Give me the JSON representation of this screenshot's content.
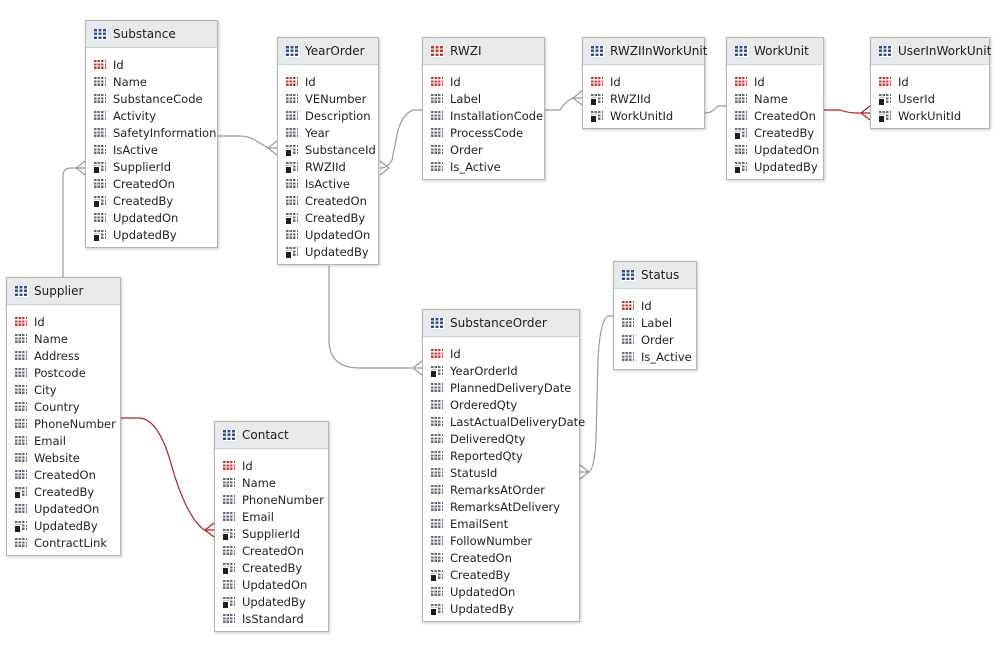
{
  "icons": {
    "table": "table-grid-icon",
    "primary_key": "primary-key-icon",
    "column": "column-icon",
    "foreign_key": "foreign-key-icon"
  },
  "colors": {
    "link": "#9a9a9a",
    "link_highlight": "#b02020",
    "table_icon": "#2b4d9a",
    "key_icon": "#c0392b"
  },
  "tables": [
    {
      "id": "substance",
      "name": "Substance",
      "columns": [
        {
          "name": "Id",
          "kind": "pk"
        },
        {
          "name": "Name",
          "kind": "col"
        },
        {
          "name": "SubstanceCode",
          "kind": "col"
        },
        {
          "name": "Activity",
          "kind": "col"
        },
        {
          "name": "SafetyInformation",
          "kind": "col"
        },
        {
          "name": "IsActive",
          "kind": "col"
        },
        {
          "name": "SupplierId",
          "kind": "fk"
        },
        {
          "name": "CreatedOn",
          "kind": "col"
        },
        {
          "name": "CreatedBy",
          "kind": "fk"
        },
        {
          "name": "UpdatedOn",
          "kind": "col"
        },
        {
          "name": "UpdatedBy",
          "kind": "fk"
        }
      ]
    },
    {
      "id": "yearorder",
      "name": "YearOrder",
      "columns": [
        {
          "name": "Id",
          "kind": "pk"
        },
        {
          "name": "VENumber",
          "kind": "col"
        },
        {
          "name": "Description",
          "kind": "col"
        },
        {
          "name": "Year",
          "kind": "col"
        },
        {
          "name": "SubstanceId",
          "kind": "fk"
        },
        {
          "name": "RWZIId",
          "kind": "fk"
        },
        {
          "name": "IsActive",
          "kind": "col"
        },
        {
          "name": "CreatedOn",
          "kind": "col"
        },
        {
          "name": "CreatedBy",
          "kind": "fk"
        },
        {
          "name": "UpdatedOn",
          "kind": "col"
        },
        {
          "name": "UpdatedBy",
          "kind": "fk"
        }
      ]
    },
    {
      "id": "rwzi",
      "name": "RWZI",
      "red_icon": true,
      "columns": [
        {
          "name": "Id",
          "kind": "pk"
        },
        {
          "name": "Label",
          "kind": "col"
        },
        {
          "name": "InstallationCode",
          "kind": "col"
        },
        {
          "name": "ProcessCode",
          "kind": "col"
        },
        {
          "name": "Order",
          "kind": "col"
        },
        {
          "name": "Is_Active",
          "kind": "col"
        }
      ]
    },
    {
      "id": "rwziinworkunit",
      "name": "RWZIInWorkUnit",
      "columns": [
        {
          "name": "Id",
          "kind": "pk"
        },
        {
          "name": "RWZIId",
          "kind": "fk"
        },
        {
          "name": "WorkUnitId",
          "kind": "fk"
        }
      ]
    },
    {
      "id": "workunit",
      "name": "WorkUnit",
      "columns": [
        {
          "name": "Id",
          "kind": "pk"
        },
        {
          "name": "Name",
          "kind": "col"
        },
        {
          "name": "CreatedOn",
          "kind": "col"
        },
        {
          "name": "CreatedBy",
          "kind": "fk"
        },
        {
          "name": "UpdatedOn",
          "kind": "col"
        },
        {
          "name": "UpdatedBy",
          "kind": "fk"
        }
      ]
    },
    {
      "id": "userinworkunit",
      "name": "UserInWorkUnit",
      "columns": [
        {
          "name": "Id",
          "kind": "pk"
        },
        {
          "name": "UserId",
          "kind": "fk"
        },
        {
          "name": "WorkUnitId",
          "kind": "fk"
        }
      ]
    },
    {
      "id": "supplier",
      "name": "Supplier",
      "columns": [
        {
          "name": "Id",
          "kind": "pk"
        },
        {
          "name": "Name",
          "kind": "col"
        },
        {
          "name": "Address",
          "kind": "col"
        },
        {
          "name": "Postcode",
          "kind": "col"
        },
        {
          "name": "City",
          "kind": "col"
        },
        {
          "name": "Country",
          "kind": "col"
        },
        {
          "name": "PhoneNumber",
          "kind": "col"
        },
        {
          "name": "Email",
          "kind": "col"
        },
        {
          "name": "Website",
          "kind": "col"
        },
        {
          "name": "CreatedOn",
          "kind": "col"
        },
        {
          "name": "CreatedBy",
          "kind": "fk"
        },
        {
          "name": "UpdatedOn",
          "kind": "col"
        },
        {
          "name": "UpdatedBy",
          "kind": "fk"
        },
        {
          "name": "ContractLink",
          "kind": "col"
        }
      ]
    },
    {
      "id": "contact",
      "name": "Contact",
      "columns": [
        {
          "name": "Id",
          "kind": "pk"
        },
        {
          "name": "Name",
          "kind": "col"
        },
        {
          "name": "PhoneNumber",
          "kind": "col"
        },
        {
          "name": "Email",
          "kind": "col"
        },
        {
          "name": "SupplierId",
          "kind": "fk"
        },
        {
          "name": "CreatedOn",
          "kind": "col"
        },
        {
          "name": "CreatedBy",
          "kind": "fk"
        },
        {
          "name": "UpdatedOn",
          "kind": "col"
        },
        {
          "name": "UpdatedBy",
          "kind": "fk"
        },
        {
          "name": "IsStandard",
          "kind": "col"
        }
      ]
    },
    {
      "id": "status",
      "name": "Status",
      "columns": [
        {
          "name": "Id",
          "kind": "pk"
        },
        {
          "name": "Label",
          "kind": "col"
        },
        {
          "name": "Order",
          "kind": "col"
        },
        {
          "name": "Is_Active",
          "kind": "col"
        }
      ]
    },
    {
      "id": "substanceorder",
      "name": "SubstanceOrder",
      "columns": [
        {
          "name": "Id",
          "kind": "pk"
        },
        {
          "name": "YearOrderId",
          "kind": "fk"
        },
        {
          "name": "PlannedDeliveryDate",
          "kind": "col"
        },
        {
          "name": "OrderedQty",
          "kind": "col"
        },
        {
          "name": "LastActualDeliveryDate",
          "kind": "col"
        },
        {
          "name": "DeliveredQty",
          "kind": "col"
        },
        {
          "name": "ReportedQty",
          "kind": "col"
        },
        {
          "name": "StatusId",
          "kind": "col"
        },
        {
          "name": "RemarksAtOrder",
          "kind": "col"
        },
        {
          "name": "RemarksAtDelivery",
          "kind": "col"
        },
        {
          "name": "EmailSent",
          "kind": "col"
        },
        {
          "name": "FollowNumber",
          "kind": "col"
        },
        {
          "name": "CreatedOn",
          "kind": "col"
        },
        {
          "name": "CreatedBy",
          "kind": "fk"
        },
        {
          "name": "UpdatedOn",
          "kind": "col"
        },
        {
          "name": "UpdatedBy",
          "kind": "fk"
        }
      ]
    }
  ],
  "relationships": [
    {
      "from": "supplier",
      "to": "substance",
      "color": "link"
    },
    {
      "from": "substance",
      "to": "yearorder",
      "color": "link"
    },
    {
      "from": "rwzi",
      "to": "yearorder",
      "color": "link"
    },
    {
      "from": "rwzi",
      "to": "rwziinworkunit",
      "color": "link"
    },
    {
      "from": "workunit",
      "to": "rwziinworkunit",
      "color": "link"
    },
    {
      "from": "workunit",
      "to": "userinworkunit",
      "color": "link_highlight"
    },
    {
      "from": "supplier",
      "to": "contact",
      "color": "link_highlight"
    },
    {
      "from": "yearorder",
      "to": "substanceorder",
      "color": "link"
    },
    {
      "from": "status",
      "to": "substanceorder",
      "color": "link"
    }
  ]
}
